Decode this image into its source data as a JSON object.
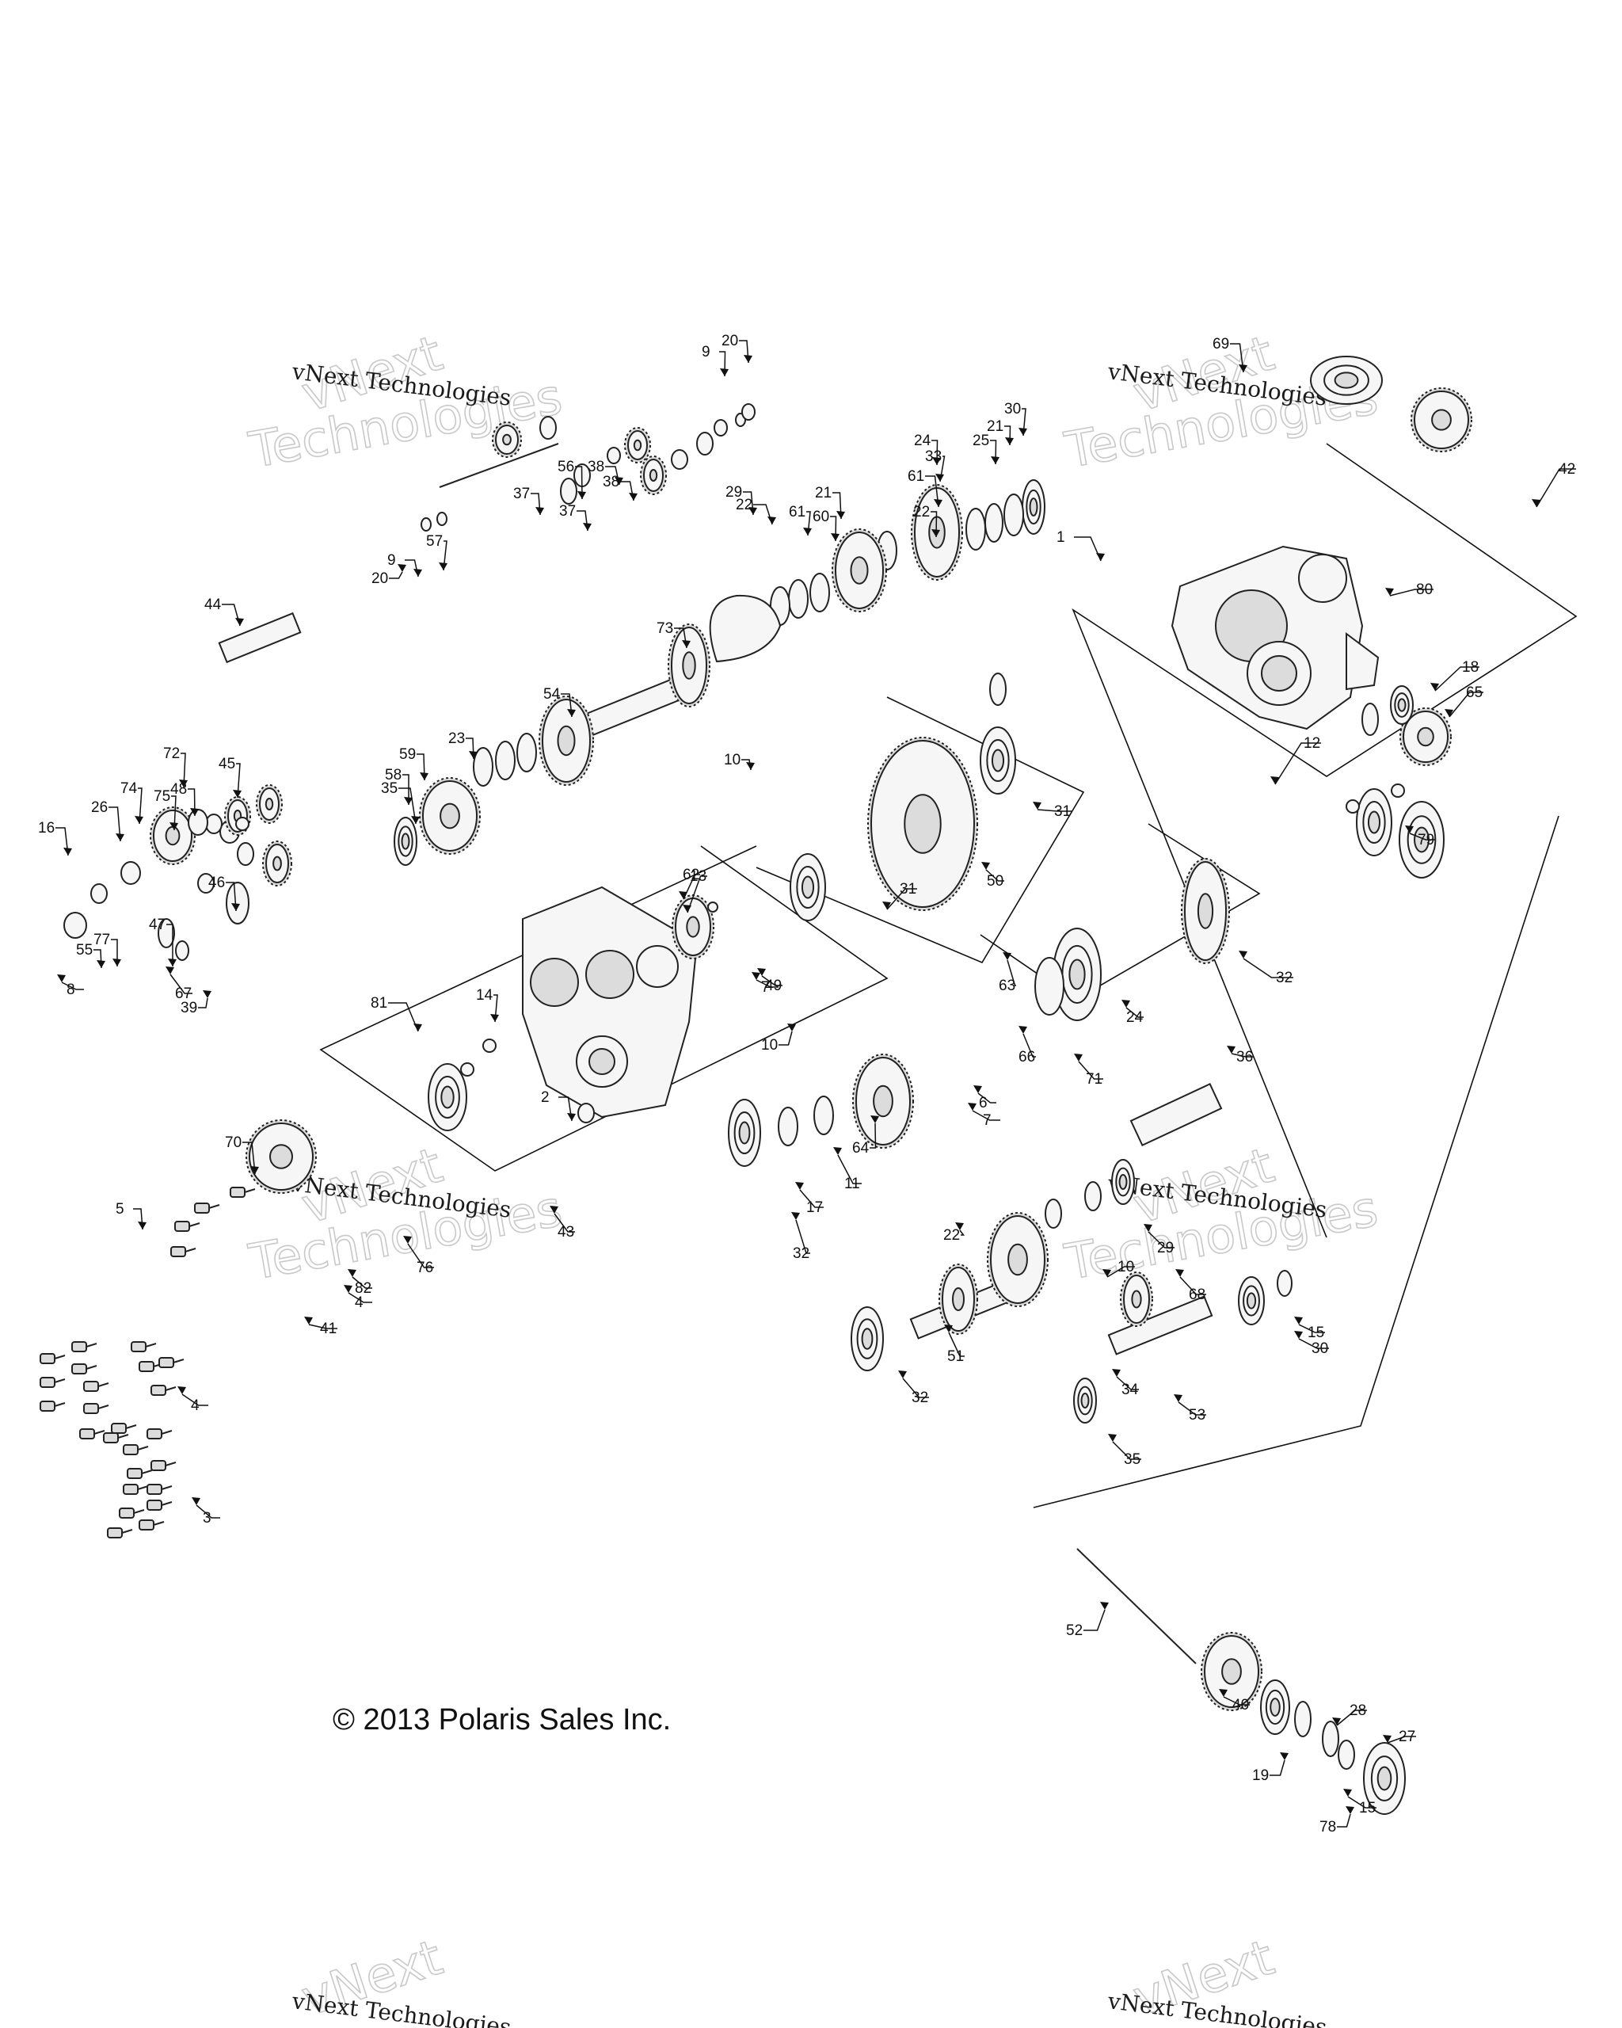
{
  "watermark": {
    "name": "vNext Technologies",
    "ghost_top": "vNext",
    "ghost_bottom": "Technologies"
  },
  "copyright": "© 2013 Polaris Sales Inc.",
  "callouts": [
    "1",
    "2",
    "3",
    "4",
    "4",
    "5",
    "6",
    "7",
    "7",
    "8",
    "9",
    "9",
    "10",
    "10",
    "10",
    "11",
    "12",
    "13",
    "14",
    "15",
    "15",
    "16",
    "17",
    "18",
    "19",
    "20",
    "20",
    "21",
    "21",
    "22",
    "22",
    "22",
    "23",
    "24",
    "24",
    "25",
    "26",
    "27",
    "28",
    "29",
    "29",
    "30",
    "30",
    "31",
    "31",
    "32",
    "32",
    "32",
    "33",
    "34",
    "35",
    "35",
    "36",
    "37",
    "37",
    "38",
    "38",
    "39",
    "40",
    "41",
    "42",
    "43",
    "44",
    "45",
    "46",
    "47",
    "48",
    "49",
    "50",
    "51",
    "52",
    "53",
    "54",
    "55",
    "56",
    "57",
    "58",
    "59",
    "60",
    "61",
    "61",
    "62",
    "63",
    "64",
    "65",
    "66",
    "67",
    "68",
    "69",
    "70",
    "71",
    "72",
    "73",
    "74",
    "75",
    "76",
    "77",
    "78",
    "79",
    "80",
    "81",
    "82",
    "82",
    "83"
  ]
}
